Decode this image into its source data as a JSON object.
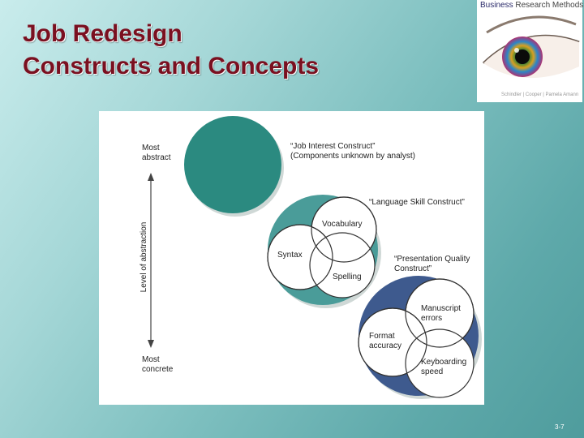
{
  "slide": {
    "title_line1": "Job Redesign",
    "title_line2": "Constructs and Concepts",
    "page_number": "3-7"
  },
  "logo": {
    "brand_prefix": "Business",
    "brand_suffix": " Research Methods",
    "subtitle": "Schindler | Cooper | Pamela Amann"
  },
  "diagram": {
    "axis_label": "Level of abstraction",
    "top_label_1": "Most",
    "top_label_2": "abstract",
    "bottom_label_1": "Most",
    "bottom_label_2": "concrete",
    "job_interest_1": "“Job Interest Construct”",
    "job_interest_2": "(Components unknown by analyst)",
    "language_skill": "“Language Skill Construct”",
    "vocabulary": "Vocabulary",
    "syntax": "Syntax",
    "spelling": "Spelling",
    "presentation_1": "“Presentation Quality",
    "presentation_2": "Construct”",
    "manuscript_1": "Manuscript",
    "manuscript_2": "errors",
    "format_1": "Format",
    "format_2": "accuracy",
    "keyboarding_1": "Keyboarding",
    "keyboarding_2": "speed",
    "colors": {
      "job_interest": "#2b8a80",
      "language_skill": "#4a9c99",
      "presentation": "#3e5a8e",
      "inner_circle": "#ffffff",
      "title": "#7a1020"
    }
  }
}
